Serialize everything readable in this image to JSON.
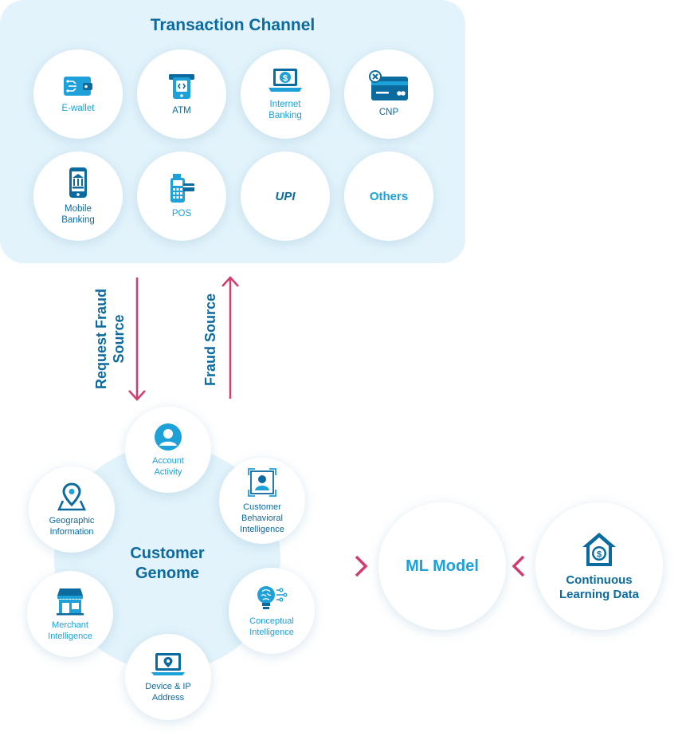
{
  "transaction_channel": {
    "title": "Transaction Channel",
    "channels": [
      {
        "label": "E-wallet",
        "icon": "wallet-icon"
      },
      {
        "label": "ATM",
        "icon": "atm-icon"
      },
      {
        "label": "Internet\nBanking",
        "icon": "laptop-dollar-icon"
      },
      {
        "label": "CNP",
        "icon": "card-not-present-icon"
      },
      {
        "label": "Mobile\nBanking",
        "icon": "mobile-bank-icon"
      },
      {
        "label": "POS",
        "icon": "pos-terminal-icon"
      },
      {
        "label": "UPI"
      },
      {
        "label": "Others"
      }
    ]
  },
  "flow": {
    "request_label": "Request Fraud\nSource",
    "response_label": "Fraud Source"
  },
  "customer_genome": {
    "title": "Customer\nGenome",
    "nodes": [
      {
        "label": "Account\nActivity",
        "icon": "user-circle-icon"
      },
      {
        "label": "Customer\nBehavioral\nIntelligence",
        "icon": "user-focus-icon"
      },
      {
        "label": "Conceptual\nIntelligence",
        "icon": "brain-bulb-icon"
      },
      {
        "label": "Device & IP\nAddress",
        "icon": "laptop-location-icon"
      },
      {
        "label": "Merchant\nIntelligence",
        "icon": "store-icon"
      },
      {
        "label": "Geographic\nInformation",
        "icon": "map-pin-icon"
      }
    ]
  },
  "ml_model": {
    "label": "ML Model"
  },
  "continuous_learning": {
    "label": "Continuous\nLearning Data",
    "icon": "house-dollar-icon"
  },
  "colors": {
    "dark_blue": "#0b6b9f",
    "light_blue": "#1ea1d8",
    "panel_bg": "#e2f3fb",
    "arrow": "#d23c6e"
  }
}
